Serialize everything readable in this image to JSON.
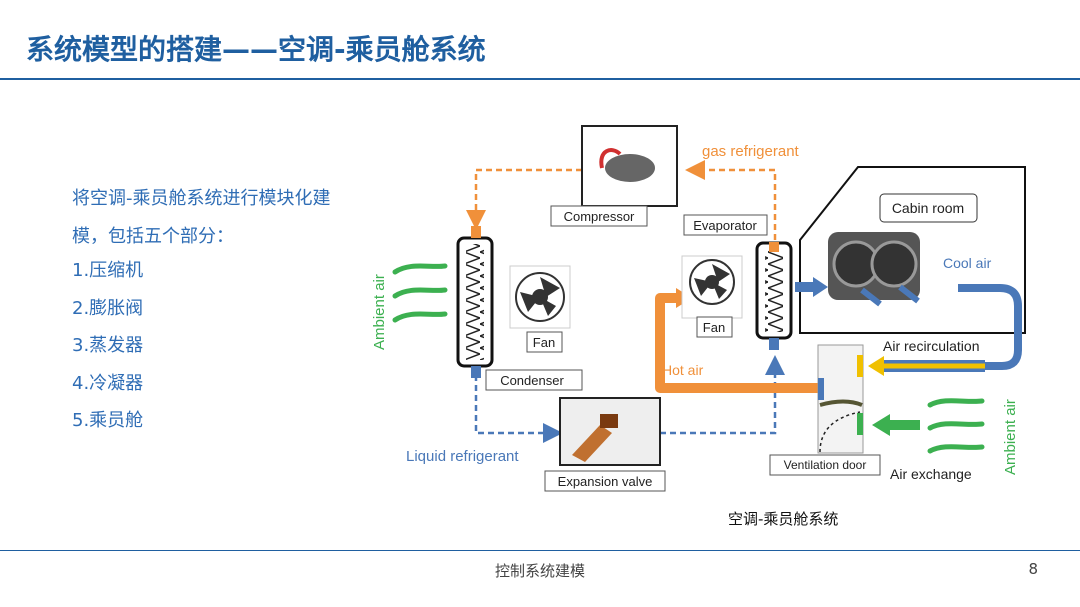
{
  "slide": {
    "title": "系统模型的搭建——空调-乘员舱系统",
    "intro": "将空调-乘员舱系统进行模块化建模，包括五个部分：",
    "items": [
      "1.压缩机",
      "2.膨胀阀",
      "3.蒸发器",
      "4.冷凝器",
      "5.乘员舱"
    ],
    "caption": "空调-乘员舱系统",
    "footer": "控制系统建模",
    "page_number": "8"
  },
  "diagram": {
    "compressor": "Compressor",
    "evaporator": "Evaporator",
    "condenser": "Condenser",
    "expansion_valve": "Expansion  valve",
    "fan_left": "Fan",
    "fan_right": "Fan",
    "gas_refrigerant": "gas refrigerant",
    "liquid_refrigerant": "Liquid refrigerant",
    "hot_air": "Hot air",
    "cool_air": "Cool air",
    "cabin_room": "Cabin room",
    "air_recirculation": "Air recirculation",
    "ventilation_door": "Ventilation door",
    "air_exchange": "Air exchange",
    "ambient_air_left": "Ambient air",
    "ambient_air_right": "Ambient air"
  },
  "colors": {
    "title_blue": "#1f5fa0",
    "text_blue": "#2f6db5",
    "orange": "#f0903a",
    "dashed_blue": "#4a78b8",
    "green": "#3cb050"
  }
}
